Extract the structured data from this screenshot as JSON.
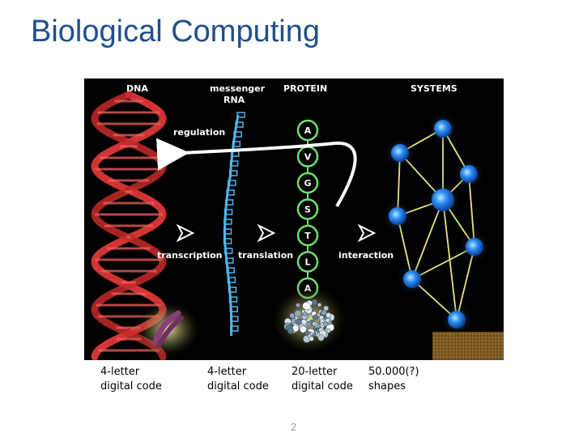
{
  "slide": {
    "title": "Biological Computing",
    "page_number": "2"
  },
  "figure": {
    "column_headers": {
      "dna": "DNA",
      "mrna_top": "messenger",
      "mrna_bottom": "RNA",
      "protein": "PROTEIN",
      "systems": "SYSTEMS"
    },
    "labels": {
      "regulation": "regulation",
      "transcription": "transcription",
      "translation": "translation",
      "interaction": "interaction"
    },
    "amino_acids": [
      "A",
      "V",
      "G",
      "S",
      "T",
      "L",
      "A"
    ],
    "colors": {
      "helix": "#e83a3a",
      "mrna": "#4fb6f0",
      "protein_bead": "#6fe06f",
      "network_node": "#2c8ef5",
      "network_edge": "#e8e880",
      "arrow": "#ffffff"
    }
  },
  "captions": [
    {
      "line1": "4-letter",
      "line2": "digital code"
    },
    {
      "line1": "4-letter",
      "line2": "digital code"
    },
    {
      "line1": "20-letter",
      "line2": "digital code"
    },
    {
      "line1": "50.000(?)",
      "line2": "shapes"
    }
  ]
}
